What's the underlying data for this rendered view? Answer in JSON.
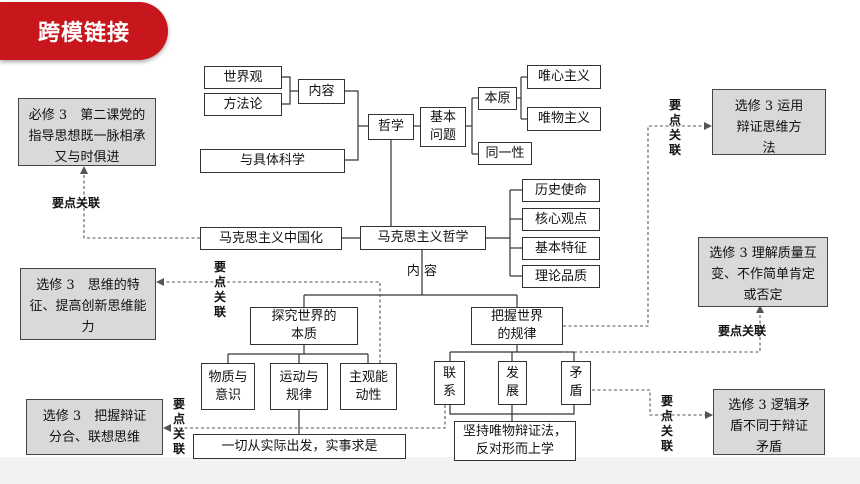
{
  "badge": "跨模链接",
  "nodes": {
    "shijieguan": "世界观",
    "fangfalun": "方法论",
    "neirong_top": "内容",
    "juti_kexue": "与具体科学",
    "zhexue": "哲学",
    "jiben_wenti": "基本问题",
    "benyuan": "本原",
    "tongyixing": "同一性",
    "weixin": "唯心主义",
    "weiwu": "唯物主义",
    "lishi_shiming": "历史使命",
    "hexin_guandian": "核心观点",
    "jiben_tezheng": "基本特征",
    "lilun_pinzhi": "理论品质",
    "mks_zhongguohua": "马克思主义中国化",
    "mks_zhexue": "马克思主义哲学",
    "neirong_mid": "内 容",
    "tanjiu": "探究世界的本质",
    "bawo": "把握世界的规律",
    "wuzhi": "物质与意识",
    "yundong": "运动与规律",
    "zhuguan": "主观能动性",
    "lianxi": "联系",
    "fazhan": "发展",
    "maodun": "矛盾",
    "shishi": "一切从实际出发，实事求是",
    "jianchi": "坚持唯物辩证法，反对形而上学"
  },
  "side_boxes": {
    "bixiu3": "必修 3　第二课党的指导思想既一脉相承又与时俱进",
    "xuanxiu3_siwei": "选修 3　思维的特征、提高创新思维能力",
    "xuanxiu3_bawo": "选修 3　把握辩证分合、联想思维",
    "xuanxiu3_yunyong": "选修 3 运用辩证思维方法",
    "xuanxiu3_lijie": "选修 3 理解质量互变、不作简单肯定或否定",
    "xuanxiu3_luoji": "选修 3 逻辑矛盾不同于辩证矛盾"
  },
  "link_label": "要点关联"
}
